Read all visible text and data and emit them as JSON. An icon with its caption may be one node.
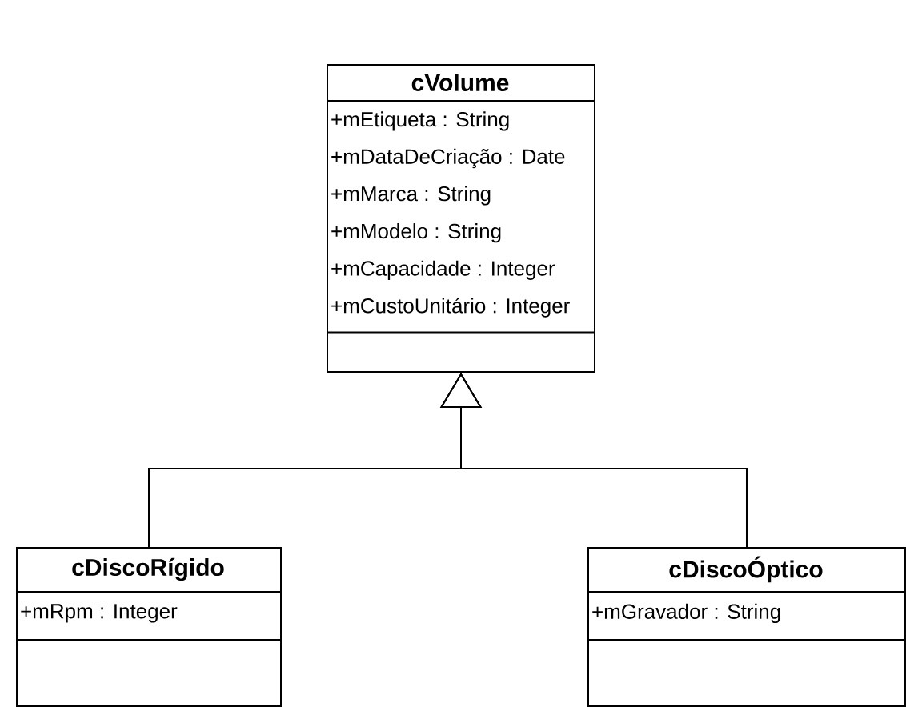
{
  "diagram": {
    "nodes": [
      {
        "text": [
          "cVolume",
          "+mEtiqueta : String",
          "+mDataDeCriação : Date",
          "+mMarca : String",
          "+mModelo : String",
          "+mCapacidade : Integer",
          "+mCustoUnitário : Integer"
        ]
      },
      {
        "text": [
          "cDiscoRígido",
          "+mRpm : Integer"
        ]
      },
      {
        "text": [
          "cDiscoÓptico",
          "+mGravador : String"
        ]
      }
    ],
    "edges": [
      {
        "from": 1,
        "to": 0,
        "arrow": "to"
      },
      {
        "from": 2,
        "to": 0,
        "arrow": "to"
      }
    ]
  }
}
